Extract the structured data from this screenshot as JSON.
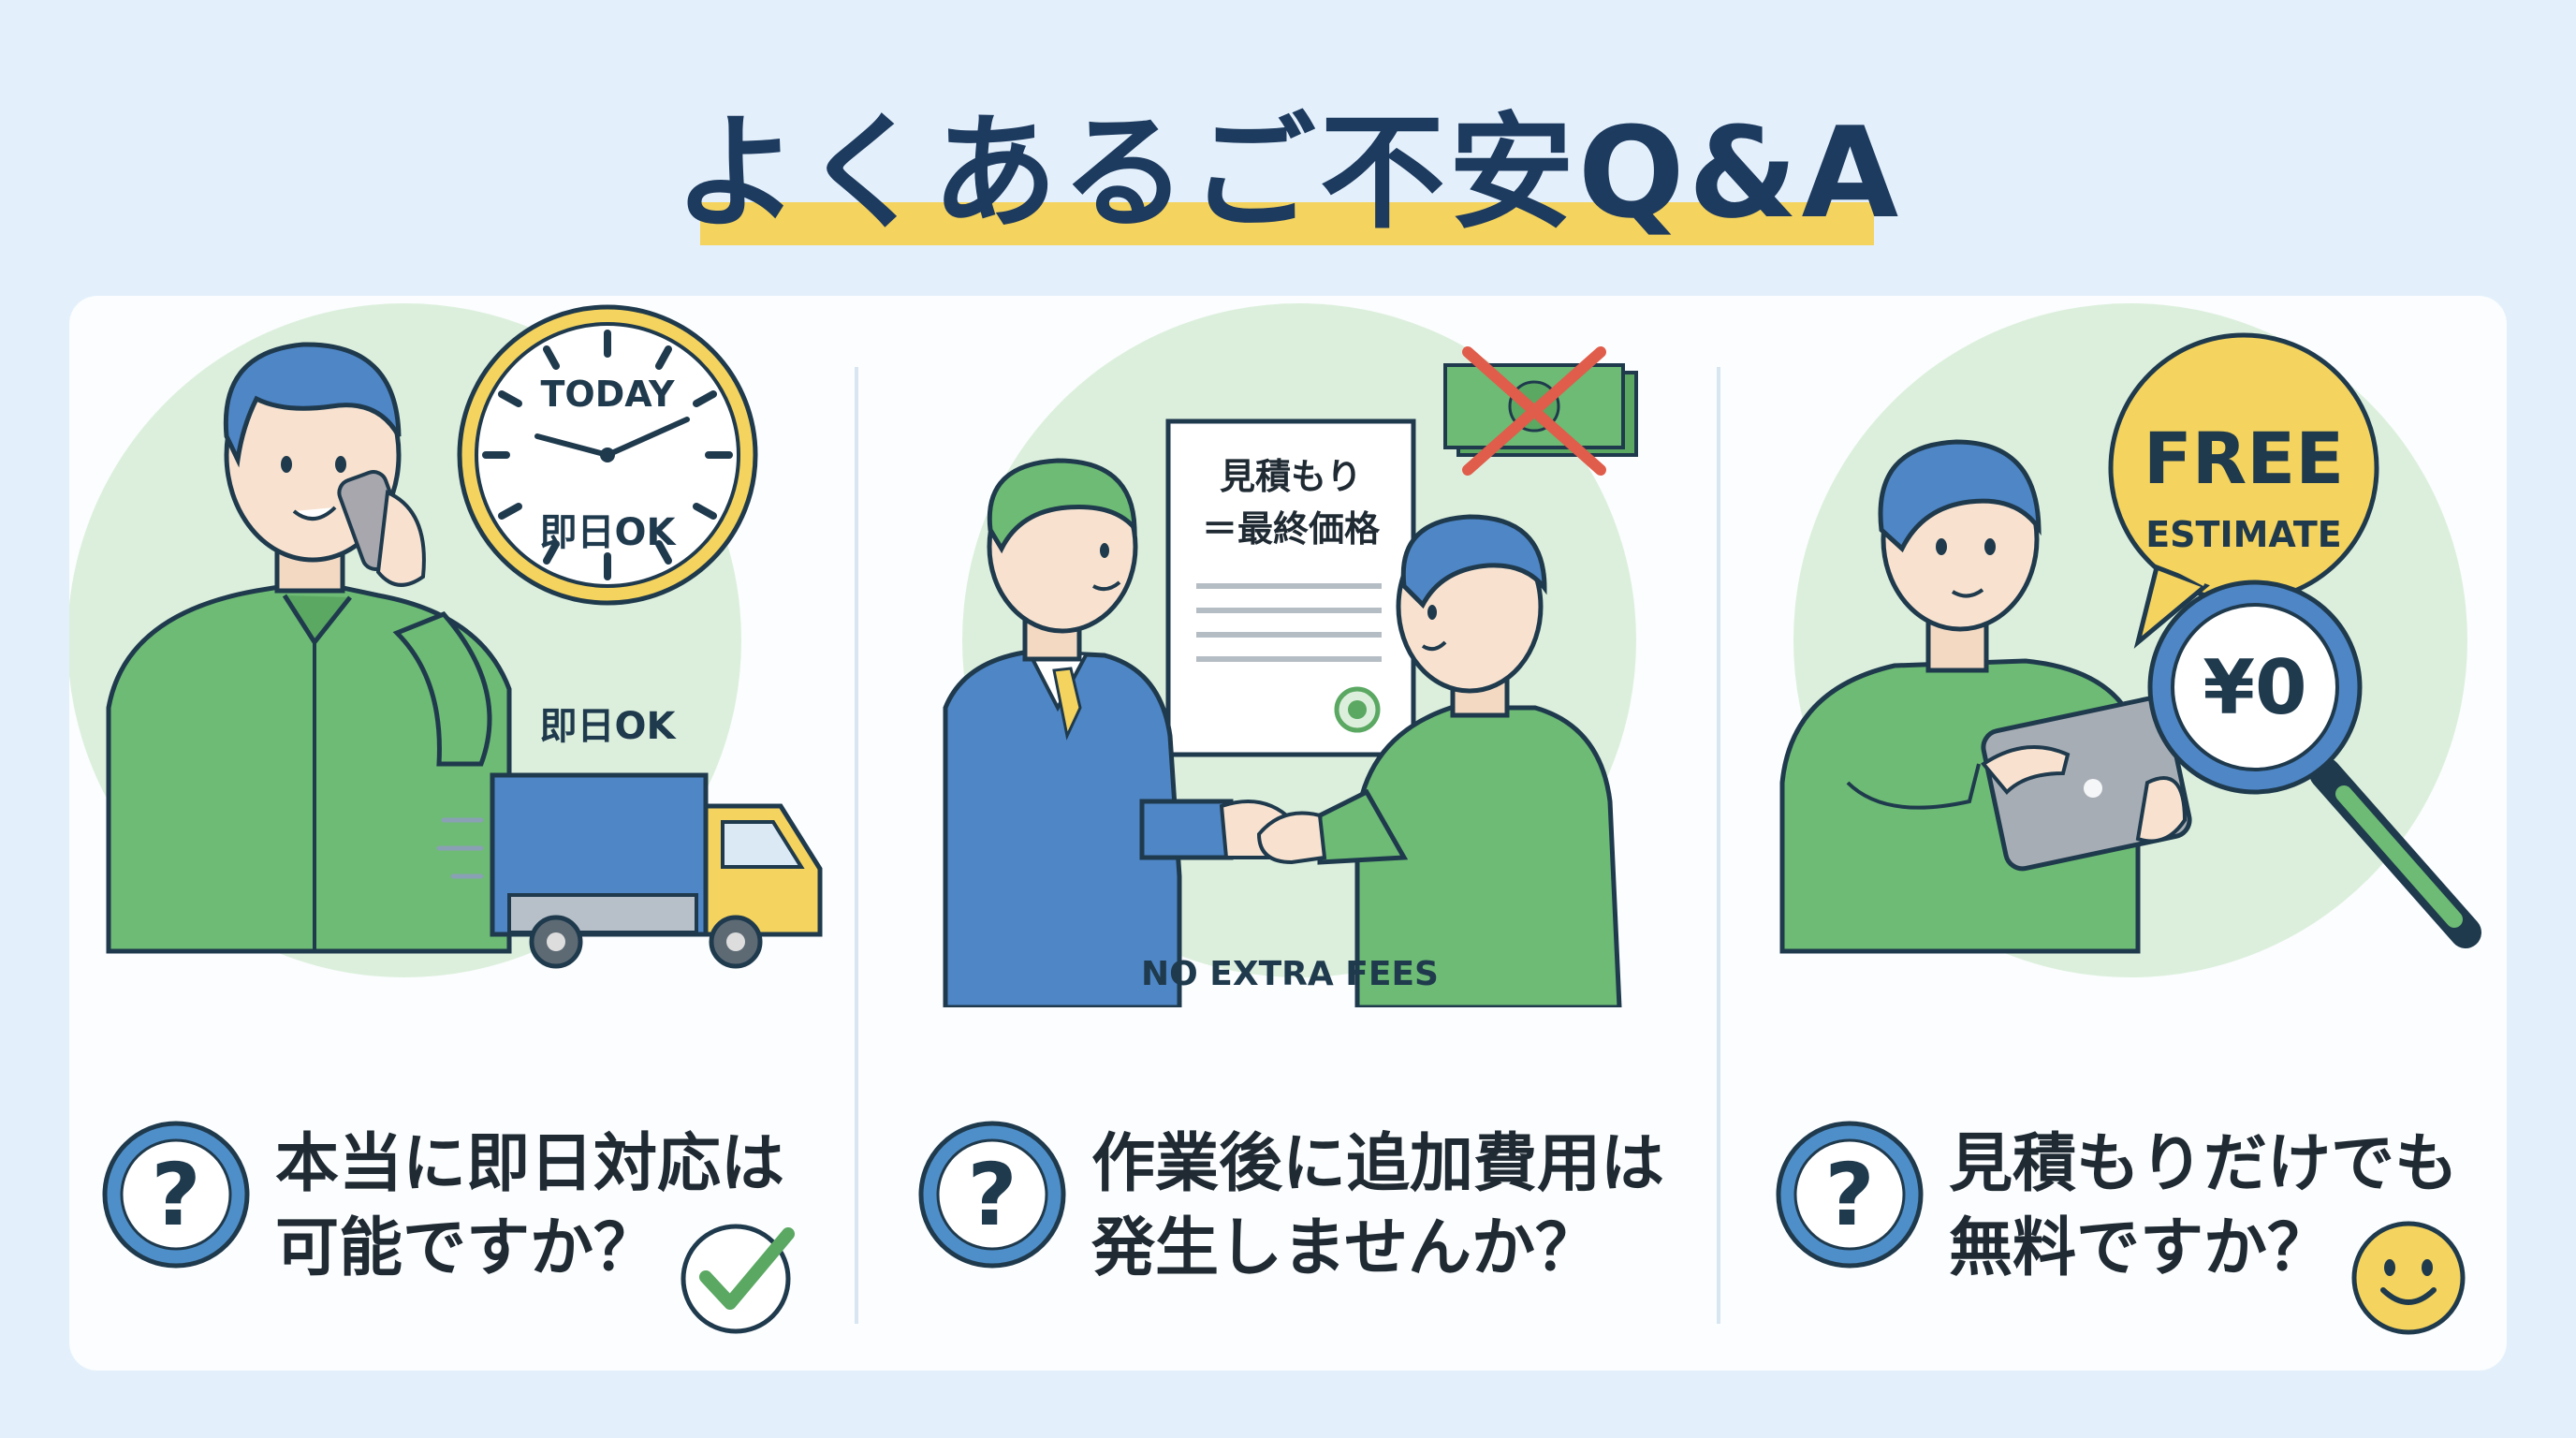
{
  "header": {
    "title": "よくあるご不安Q&A"
  },
  "colors": {
    "background": "#e3f0fb",
    "title_text": "#1d3a5f",
    "title_highlight": "#f4d35e",
    "card": "#fbfdfe",
    "circle_green": "#dcefdc",
    "shirt_green": "#6dbb74",
    "hair_blue": "#4e86c6",
    "accent_yellow": "#f4d35e",
    "question_blue": "#4f8fc9"
  },
  "panels": [
    {
      "question_line1": "本当に即日対応は",
      "question_line2": "可能ですか？",
      "clock_top_label": "TODAY",
      "clock_bottom_label": "即日OK",
      "truck_label": "即日OK",
      "question_icon": "question-mark-icon",
      "badge_icon": "checkmark-icon"
    },
    {
      "question_line1": "作業後に追加費用は",
      "question_line2": "発生しませんか？",
      "doc_line1": "見積もり",
      "doc_line2": "＝最終価格",
      "fees_label": "NO EXTRA FEES",
      "question_icon": "question-mark-icon",
      "badge_icon": "crossed-money-icon"
    },
    {
      "question_line1": "見積もりだけでも",
      "question_line2": "無料ですか？",
      "bubble_line1": "FREE",
      "bubble_line2": "ESTIMATE",
      "magnifier_label": "¥0",
      "question_icon": "question-mark-icon",
      "badge_icon": "smiley-icon"
    }
  ]
}
